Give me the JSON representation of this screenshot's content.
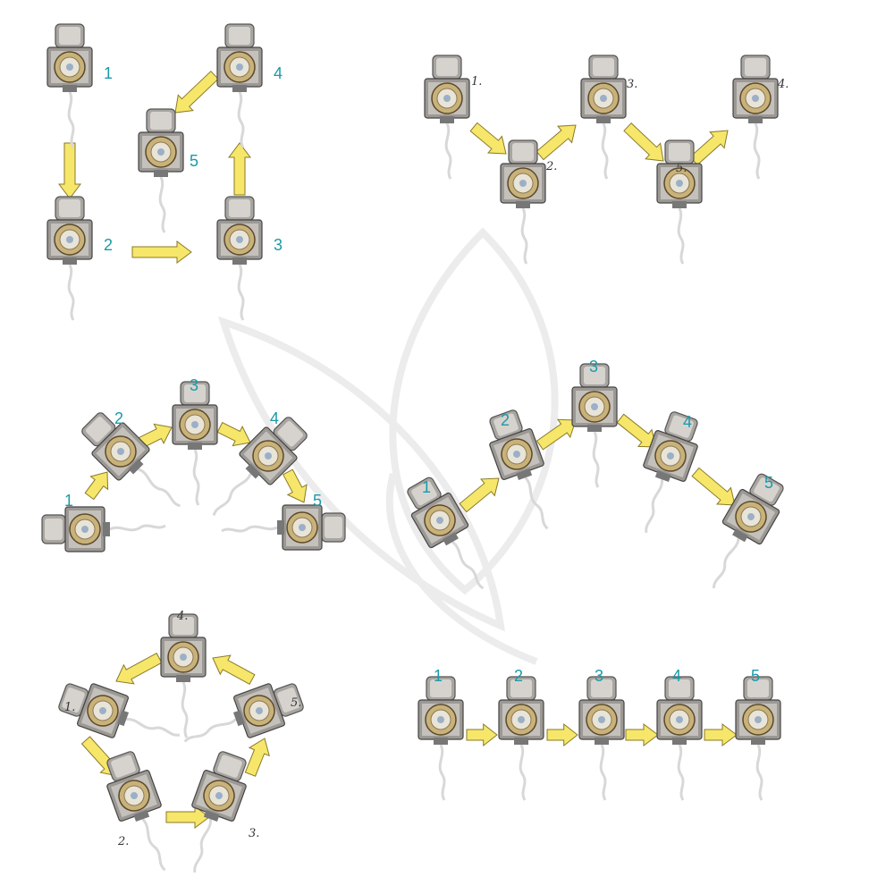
{
  "colors": {
    "teal": "#1a9aa8",
    "arrow": "#f6e66a",
    "arrow_stroke": "#8a7a2a",
    "body": "#8d8a86",
    "ring": "#c9b27a"
  },
  "panels": [
    {
      "name": "square-sequence",
      "style": "teal",
      "labels": [
        "1",
        "2",
        "3",
        "4",
        "5"
      ]
    },
    {
      "name": "zigzag-sequence",
      "style": "hand",
      "labels": [
        "1.",
        "2.",
        "3.",
        "4.",
        "5."
      ]
    },
    {
      "name": "arc-sequence",
      "style": "teal",
      "labels": [
        "1",
        "2",
        "3",
        "4",
        "5"
      ]
    },
    {
      "name": "wave-sequence",
      "style": "teal",
      "labels": [
        "1",
        "2",
        "3",
        "4",
        "5"
      ]
    },
    {
      "name": "pentagon-sequence",
      "style": "hand",
      "labels": [
        "1.",
        "2.",
        "3.",
        "4.",
        "5."
      ]
    },
    {
      "name": "row-sequence",
      "style": "teal",
      "labels": [
        "1",
        "2",
        "3",
        "4",
        "5"
      ]
    }
  ]
}
